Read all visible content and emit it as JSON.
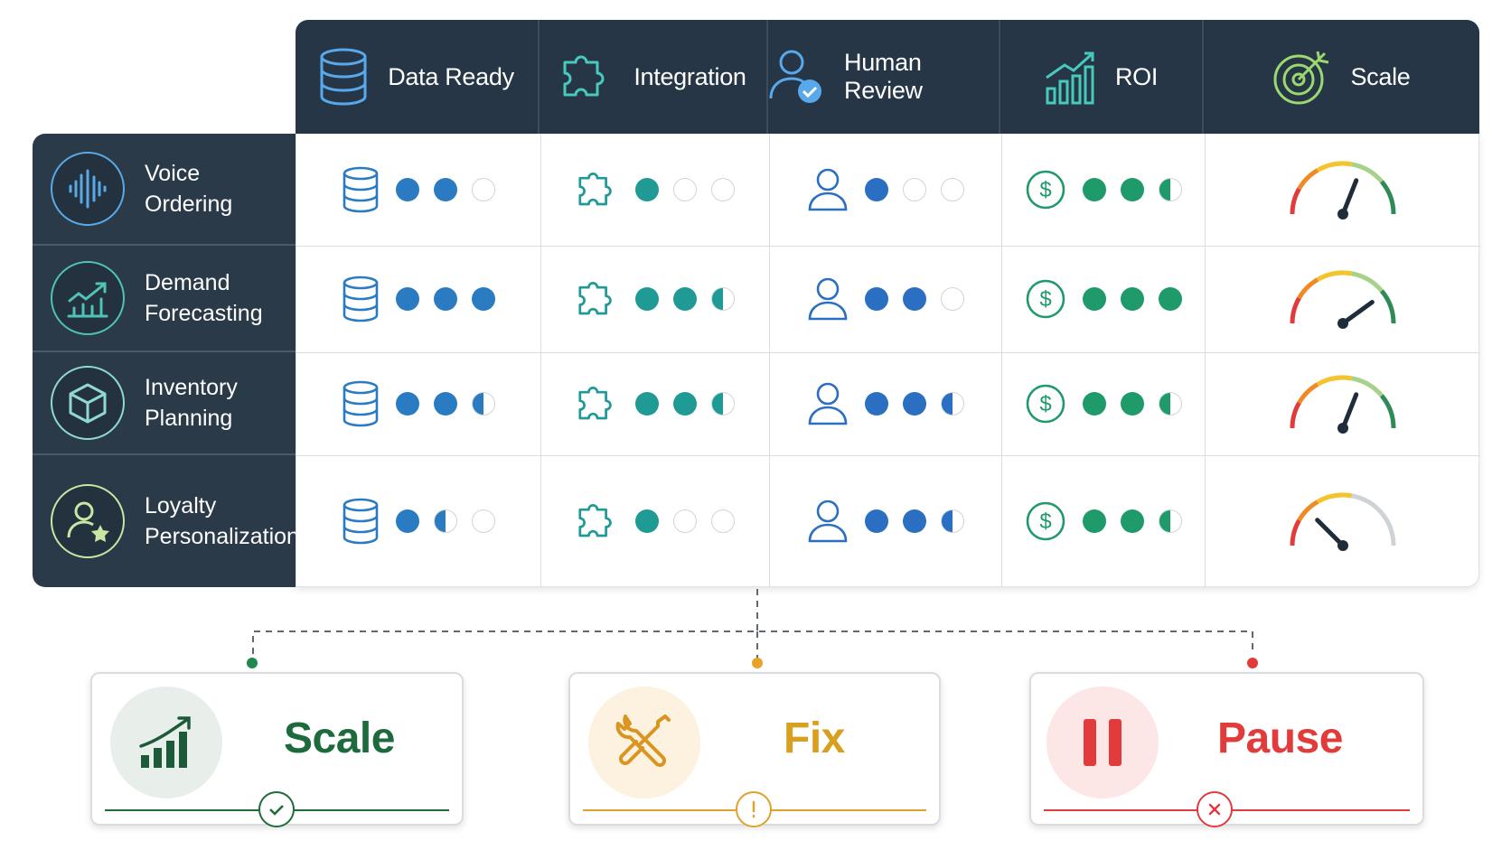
{
  "columns": [
    {
      "label": "Data Ready",
      "icon": "database-icon"
    },
    {
      "label": "Integration",
      "icon": "puzzle-icon"
    },
    {
      "label": "Human Review",
      "icon": "user-check-icon"
    },
    {
      "label": "ROI",
      "icon": "bar-chart-icon"
    },
    {
      "label": "Scale",
      "icon": "target-icon"
    }
  ],
  "rows": [
    {
      "label_line1": "Voice",
      "label_line2": "Ordering",
      "icon": "sound-wave-icon",
      "icon_color": "#5aa9e6"
    },
    {
      "label_line1": "Demand",
      "label_line2": "Forecasting",
      "icon": "trend-chart-icon",
      "icon_color": "#4fc3b5"
    },
    {
      "label_line1": "Inventory",
      "label_line2": "Planning",
      "icon": "cube-icon",
      "icon_color": "#8fd9d0"
    },
    {
      "label_line1": "Loyalty",
      "label_line2": "Personalization",
      "icon": "user-star-icon",
      "icon_color": "#c7e7a3"
    }
  ],
  "ratings_max": 3,
  "ratings": [
    {
      "data_ready": 2,
      "integration": 1,
      "human_review": 1,
      "roi": 2.5,
      "scale_gauge": 0.62
    },
    {
      "data_ready": 3,
      "integration": 2.5,
      "human_review": 2,
      "roi": 3,
      "scale_gauge": 0.8
    },
    {
      "data_ready": 2.5,
      "integration": 2.5,
      "human_review": 2.5,
      "roi": 2.5,
      "scale_gauge": 0.62
    },
    {
      "data_ready": 1.5,
      "integration": 1,
      "human_review": 2.5,
      "roi": 2.5,
      "scale_gauge": 0.25
    }
  ],
  "colors": {
    "data_ready": "#2a7bc1",
    "integration": "#1f9a94",
    "human_review": "#2a6fc1",
    "roi": "#1f9a6a",
    "empty_dot_border": "#cfd5da",
    "scale": "#1f6b3a",
    "fix": "#e0a22a",
    "pause": "#e23b3b"
  },
  "outcomes": [
    {
      "label": "Scale",
      "icon": "growth-chart-icon",
      "badge": "check-icon"
    },
    {
      "label": "Fix",
      "icon": "wrench-screwdriver-icon",
      "badge": "exclamation-icon"
    },
    {
      "label": "Pause",
      "icon": "pause-icon",
      "badge": "x-icon"
    }
  ]
}
